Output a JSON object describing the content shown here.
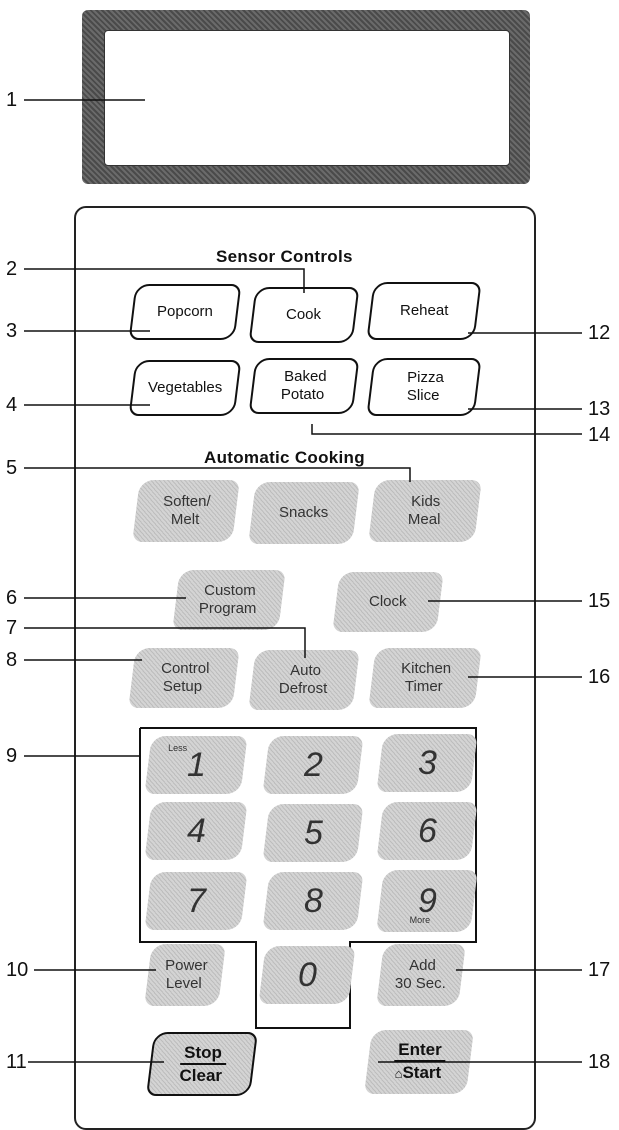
{
  "sections": {
    "sensor": "Sensor Controls",
    "automatic": "Automatic Cooking"
  },
  "keys": {
    "popcorn": "Popcorn",
    "cook": "Cook",
    "reheat": "Reheat",
    "vegetables": "Vegetables",
    "baked_potato": [
      "Baked",
      "Potato"
    ],
    "pizza_slice": [
      "Pizza",
      "Slice"
    ],
    "soften_melt": [
      "Soften/",
      "Melt"
    ],
    "snacks": "Snacks",
    "kids_meal": [
      "Kids",
      "Meal"
    ],
    "custom_program": [
      "Custom",
      "Program"
    ],
    "clock": "Clock",
    "control_setup": [
      "Control",
      "Setup"
    ],
    "auto_defrost": [
      "Auto",
      "Defrost"
    ],
    "kitchen_timer": [
      "Kitchen",
      "Timer"
    ],
    "less": "Less",
    "more": "More",
    "digits": [
      "1",
      "2",
      "3",
      "4",
      "5",
      "6",
      "7",
      "8",
      "9",
      "0"
    ],
    "power_level": [
      "Power",
      "Level"
    ],
    "add_30": [
      "Add",
      "30 Sec."
    ],
    "stop": "Stop",
    "clear": "Clear",
    "enter": "Enter",
    "start": "Start"
  },
  "callouts": {
    "left": [
      "1",
      "2",
      "3",
      "4",
      "5",
      "6",
      "7",
      "8",
      "9",
      "10",
      "11"
    ],
    "right": [
      "12",
      "13",
      "14",
      "15",
      "16",
      "17",
      "18"
    ]
  }
}
